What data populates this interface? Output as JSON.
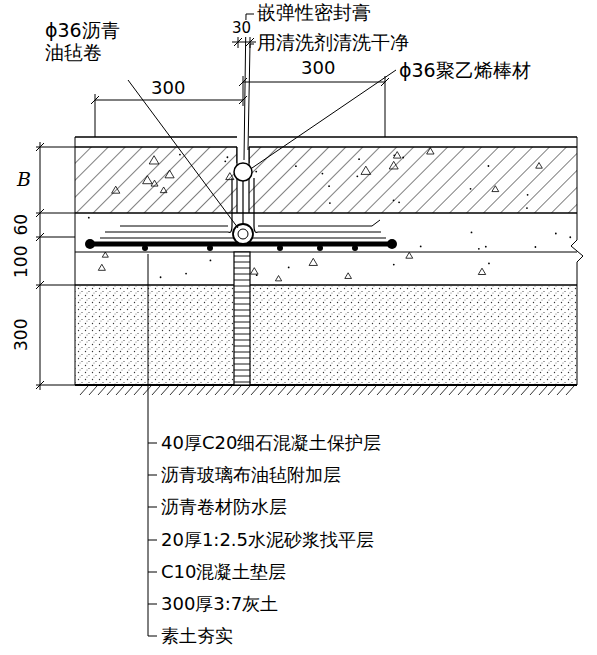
{
  "diagram": {
    "labels": [
      "嵌弹性密封膏",
      "用清洗剂清洗干净",
      "ϕ36聚乙烯棒材",
      "ϕ36沥青 油毡卷",
      "30",
      "300",
      "300",
      "B",
      "100",
      "60",
      "300",
      "40厚C20细石混凝土保护层",
      "沥青玻璃布油毡附加层",
      "沥青卷材防水层",
      "20厚1:2.5水泥砂浆找平层",
      "C10混凝土垫层",
      "300厚3:7灰土",
      "素土夯实"
    ]
  }
}
